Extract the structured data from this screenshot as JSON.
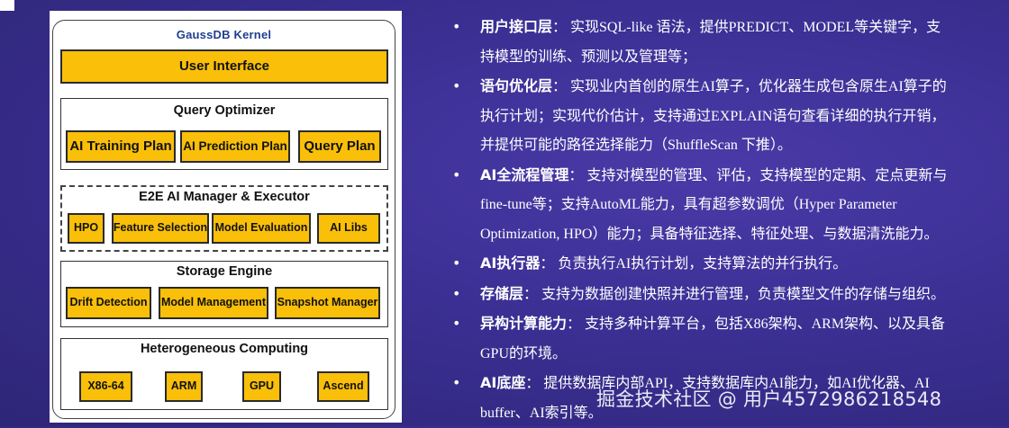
{
  "diagram": {
    "kernel_title": "GaussDB Kernel",
    "user_interface": "User Interface",
    "query_optimizer": {
      "title": "Query Optimizer",
      "items": [
        "AI Training Plan",
        "AI Prediction Plan",
        "Query Plan"
      ]
    },
    "ai_manager": {
      "title": "E2E AI Manager & Executor",
      "items": [
        "HPO",
        "Feature Selection",
        "Model Evaluation",
        "AI Libs"
      ]
    },
    "storage_engine": {
      "title": "Storage Engine",
      "items": [
        "Drift Detection",
        "Model Management",
        "Snapshot Manager"
      ]
    },
    "heterogeneous": {
      "title": "Heterogeneous  Computing",
      "items": [
        "X86-64",
        "ARM",
        "GPU",
        "Ascend"
      ]
    }
  },
  "bullets": [
    {
      "head": "用户接口层",
      "sep": "：",
      "lines": [
        "实现SQL-like 语法，提供PREDICT、MODEL等关键字，支",
        "持模型的训练、预测以及管理等；"
      ]
    },
    {
      "head": "语句优化层",
      "sep": "：",
      "lines": [
        "实现业内首创的原生AI算子，优化器生成包含原生AI算子的",
        "执行计划；实现代价估计，支持通过EXPLAIN语句查看详细的执行开销，",
        "并提供可能的路径选择能力（ShuffleScan 下推）。"
      ]
    },
    {
      "head": "AI全流程管理",
      "sep": "：",
      "lines": [
        "支持对模型的管理、评估，支持模型的定期、定点更新与",
        "fine-tune等；支持AutoML能力，具有超参数调优（Hyper Parameter",
        "Optimization, HPO）能力；具备特征选择、特征处理、与数据清洗能力。"
      ]
    },
    {
      "head": "AI执行器",
      "sep": "：",
      "lines": [
        "负责执行AI执行计划，支持算法的并行执行。"
      ]
    },
    {
      "head": "存储层",
      "sep": "：",
      "lines": [
        "支持为数据创建快照并进行管理，负责模型文件的存储与组织。"
      ]
    },
    {
      "head": "异构计算能力",
      "sep": "：",
      "lines": [
        "支持多种计算平台，包括X86架构、ARM架构、以及具备",
        "GPU的环境。"
      ]
    },
    {
      "head": "AI底座",
      "sep": "：",
      "lines": [
        "提供数据库内部API，支持数据库内AI能力，如AI优化器、AI",
        "buffer、AI索引等。"
      ]
    }
  ],
  "bullet_symbol": "•",
  "watermark": "掘金技术社区 @ 用户4572986218548",
  "colors": {
    "box_fill": "#f9bf09",
    "title_blue": "#1f3f8f",
    "background": "#3b2f93"
  }
}
